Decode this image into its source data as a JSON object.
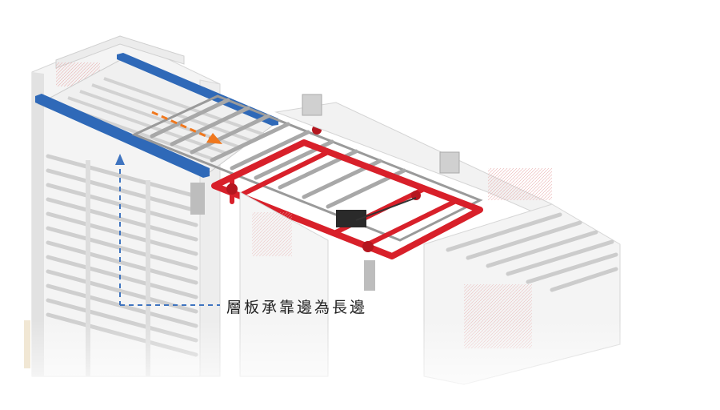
{
  "callout": {
    "text": "層板承靠邊為長邊"
  },
  "colors": {
    "shelf_edge_highlight": "#2f69b8",
    "lift_frame": "#d8202a",
    "motion_arrow": "#f0781e",
    "callout_line": "#3f74c0",
    "rack_structure": "#e8e8e8"
  },
  "icons": {
    "motion_arrow": "dashed-orange-arrow",
    "callout_leader": "dashed-blue-leader"
  }
}
